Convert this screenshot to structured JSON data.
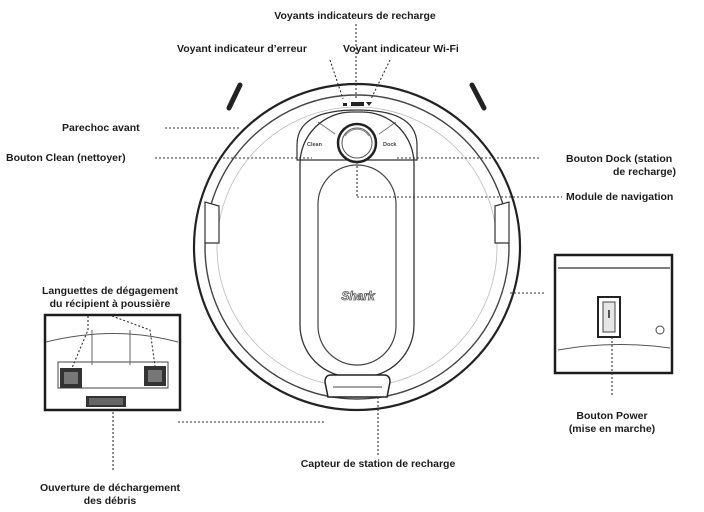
{
  "labels": {
    "charging_leds": "Voyants indicateurs de recharge",
    "error_led": "Voyant indicateur d’erreur",
    "wifi_led": "Voyant indicateur Wi-Fi",
    "front_bumper": "Parechoc avant",
    "clean_button": "Bouton Clean (nettoyer)",
    "dock_button_line1": "Bouton Dock (station",
    "dock_button_line2": "de recharge)",
    "navigation_module": "Module de navigation",
    "bin_release_line1": "Languettes de dégagement",
    "bin_release_line2": "du récipient à poussière",
    "power_button_line1": "Bouton Power",
    "power_button_line2": "(mise en marche)",
    "dock_sensor": "Capteur de station de recharge",
    "debris_opening_line1": "Ouverture de déchargement",
    "debris_opening_line2": "des débris"
  },
  "device": {
    "brand_logo": "Shark",
    "clean_key": "Clean",
    "dock_key": "Dock"
  }
}
